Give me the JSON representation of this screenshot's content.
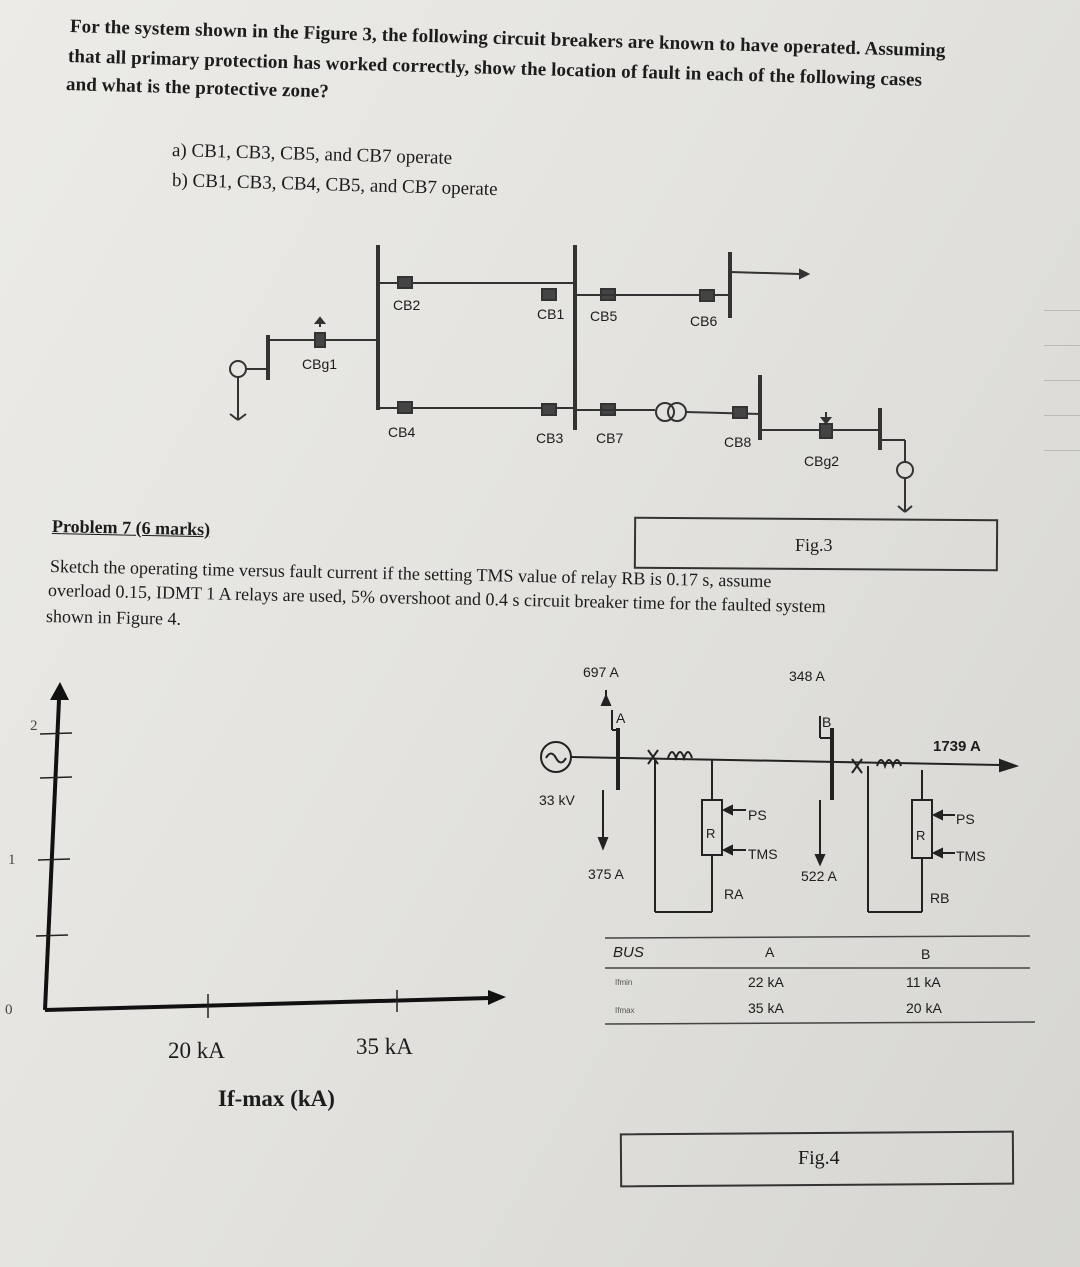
{
  "question": {
    "line1": "For the system shown in the Figure 3, the following circuit breakers are known to have operated. Assuming",
    "line2": "that all primary protection has worked correctly, show the location of fault in each of the following cases",
    "line3": "and what is the protective zone?",
    "option_a": "a)  CB1, CB3, CB5, and CB7 operate",
    "option_b": "b)  CB1, CB3, CB4, CB5, and CB7 operate"
  },
  "fig3": {
    "labels": {
      "cb2": "CB2",
      "cb1": "CB1",
      "cb5": "CB5",
      "cb6": "CB6",
      "cbg1": "CBg1",
      "cb4": "CB4",
      "cb3": "CB3",
      "cb7": "CB7",
      "cb8": "CB8",
      "cbg2": "CBg2"
    },
    "caption": "Fig.3"
  },
  "problem7": {
    "title": "Problem 7  (6 marks)",
    "line1": "Sketch the operating time versus fault current if the setting TMS value of relay RB is 0.17 s, assume",
    "line2": "overload 0.15, IDMT 1 A relays are used, 5% overshoot and 0.4 s circuit breaker time for the faulted system",
    "line3": "shown in Figure 4."
  },
  "sketch": {
    "y_ticks": [
      "2",
      "1",
      "0"
    ],
    "x_ticks": [
      "20 kA",
      "35 kA"
    ],
    "x_label": "If-max (kA)"
  },
  "fig4": {
    "current_697": "697 A",
    "current_348": "348 A",
    "bus_a": "A",
    "bus_b": "B",
    "current_1739": "1739 A",
    "voltage": "33 kV",
    "ps": "PS",
    "tms": "TMS",
    "relay_r": "R",
    "relay_ra": "RA",
    "relay_rb": "RB",
    "current_375": "375 A",
    "current_522": "522 A",
    "caption": "Fig.4"
  },
  "fault_table": {
    "headers": [
      "BUS",
      "A",
      "B"
    ],
    "rows": [
      {
        "label": "Ifmin",
        "a": "22 kA",
        "b": "11 kA"
      },
      {
        "label": "Ifmax",
        "a": "35 kA",
        "b": "20 kA"
      }
    ]
  }
}
